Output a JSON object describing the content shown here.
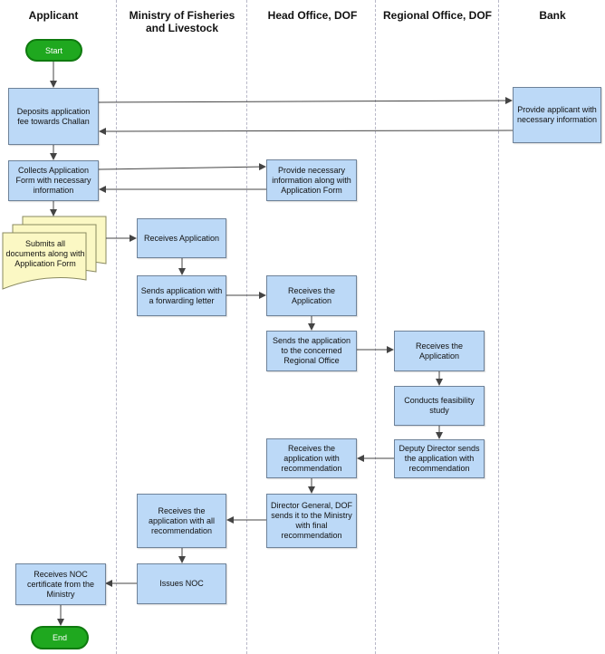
{
  "lanes": [
    {
      "key": "applicant",
      "title": "Applicant"
    },
    {
      "key": "ministry",
      "title": "Ministry of Fisheries and Livestock"
    },
    {
      "key": "head",
      "title": "Head Office, DOF"
    },
    {
      "key": "regional",
      "title": "Regional Office, DOF"
    },
    {
      "key": "bank",
      "title": "Bank"
    }
  ],
  "nodes": {
    "start": "Start",
    "deposit": "Deposits application fee towards Challan",
    "bank_info": "Provide applicant with necessary information",
    "collect": "Collects Application Form with necessary information",
    "head_info": "Provide necessary information along with Application Form",
    "submit": "Submits all documents along with Application Form",
    "ministry_receive": "Receives Application",
    "forward": "Sends application with a forwarding letter",
    "head_receive": "Receives the Application",
    "send_regional": "Sends the application to the concerned Regional Office",
    "regional_receive": "Receives the Application",
    "feasibility": "Conducts feasibility study",
    "deputy_send": "Deputy Director sends the application with recommendation",
    "head_receive_rec": "Receives the application with recommendation",
    "dg_send": "Director General, DOF sends it to the Ministry with final recommendation",
    "ministry_receive_all": "Receives the application with all recommendation",
    "issue_noc": "Issues NOC",
    "receive_noc": "Receives NOC certificate from the Ministry",
    "end": "End"
  },
  "colors": {
    "box_fill": "#bcd9f7",
    "box_border": "#6e8299",
    "terminal_fill": "#1fa81f",
    "document_fill": "#fbf8c4",
    "arrow": "#444444"
  }
}
